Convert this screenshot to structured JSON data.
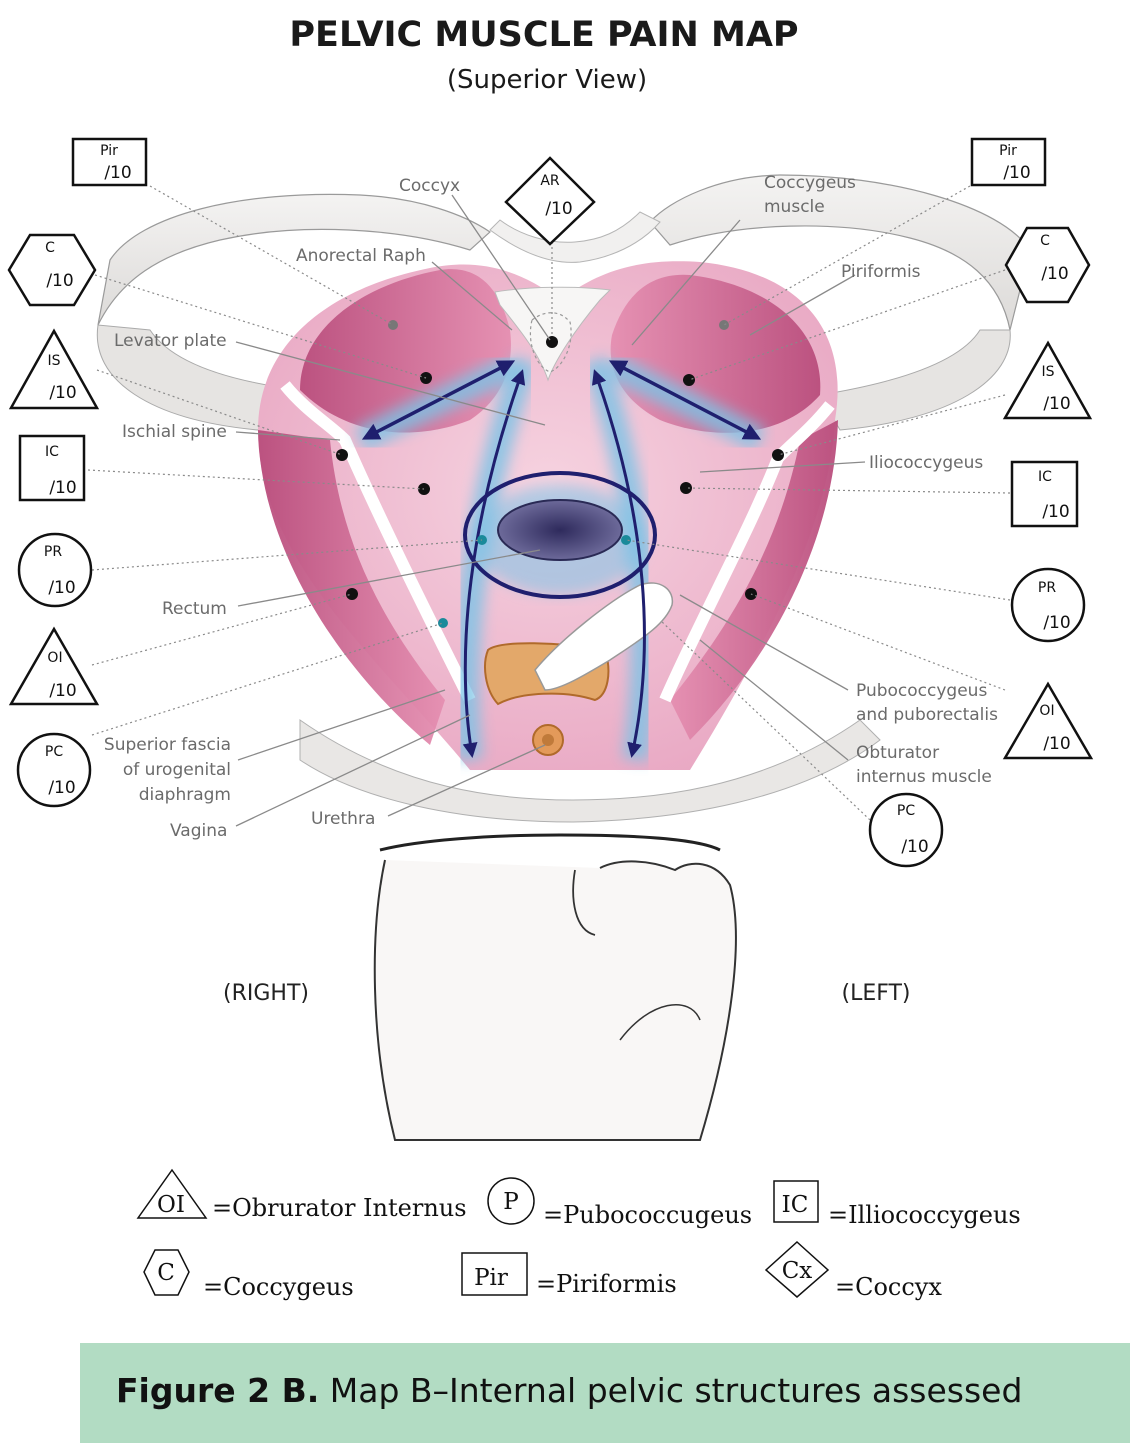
{
  "title": "PELVIC MUSCLE PAIN MAP",
  "subtitle": "(Superior View)",
  "sides": {
    "right": "(RIGHT)",
    "left": "(LEFT)"
  },
  "anatomy_labels": {
    "coccyx": "Coccyx",
    "coccygeus_1": "Coccygeus",
    "coccygeus_2": "muscle",
    "anorectal": "Anorectal Raph",
    "piriformis": "Piriformis",
    "levator": "Levator plate",
    "ischial": "Ischial spine",
    "iliococcygeus": "Iliococcygeus",
    "rectum": "Rectum",
    "pubo_1": "Pubococcygeus",
    "pubo_2": "and puborectalis",
    "obt_1": "Obturator",
    "obt_2": "internus muscle",
    "sup_1": "Superior fascia",
    "sup_2": "of urogenital",
    "sup_3": "diaphragm",
    "vagina": "Vagina",
    "urethra": "Urethra"
  },
  "score_symbols": {
    "ar": {
      "abbr": "AR",
      "score": "/10"
    },
    "r_pir": {
      "abbr": "Pir",
      "score": "/10"
    },
    "r_c": {
      "abbr": "C",
      "score": "/10"
    },
    "r_is": {
      "abbr": "IS",
      "score": "/10"
    },
    "r_ic": {
      "abbr": "IC",
      "score": "/10"
    },
    "r_pr": {
      "abbr": "PR",
      "score": "/10"
    },
    "r_oi": {
      "abbr": "OI",
      "score": "/10"
    },
    "r_pc": {
      "abbr": "PC",
      "score": "/10"
    },
    "l_pir": {
      "abbr": "Pir",
      "score": "/10"
    },
    "l_c": {
      "abbr": "C",
      "score": "/10"
    },
    "l_is": {
      "abbr": "IS",
      "score": "/10"
    },
    "l_ic": {
      "abbr": "IC",
      "score": "/10"
    },
    "l_pr": {
      "abbr": "PR",
      "score": "/10"
    },
    "l_oi": {
      "abbr": "OI",
      "score": "/10"
    },
    "l_pc": {
      "abbr": "PC",
      "score": "/10"
    }
  },
  "legend": [
    {
      "symbol": "OI",
      "text": "=Obrurator Internus"
    },
    {
      "symbol": "P",
      "text": "=Pubococcugeus"
    },
    {
      "symbol": "IC",
      "text": "=Illiococcygeus"
    },
    {
      "symbol": "C",
      "text": "=Coccygeus"
    },
    {
      "symbol": "Pir",
      "text": "=Piriformis"
    },
    {
      "symbol": "Cx",
      "text": "=Coccyx"
    }
  ],
  "caption": {
    "bold": "Figure 2 B.",
    "text": " Map B–Internal pelvic structures assessed"
  },
  "colors": {
    "muscle": "#d97aa0",
    "muscle_dark": "#b84a78",
    "soft_pink": "#f3c2d4",
    "arrow_navy": "#1f1f6e",
    "glow_blue": "#7cc3e6",
    "bone": "#ecebea",
    "caption_bg": "#b2dcc3"
  }
}
